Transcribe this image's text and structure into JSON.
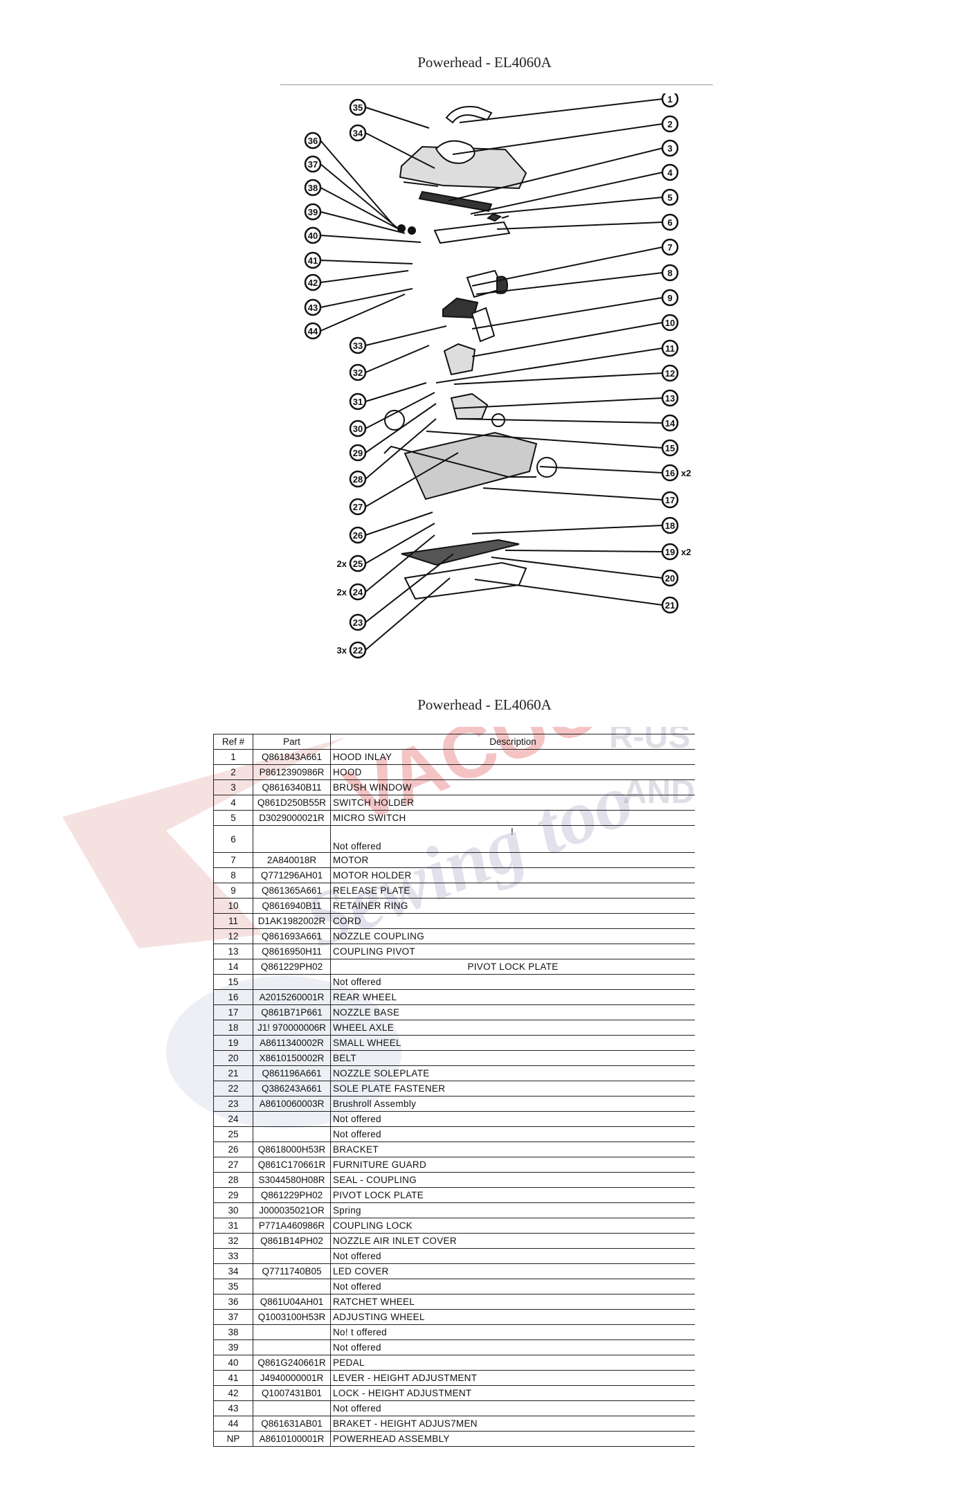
{
  "title_top": "Powerhead - EL4060A",
  "title_bottom": "Powerhead - EL4060A",
  "diagram": {
    "left_callouts": [
      "35",
      "34",
      "36",
      "37",
      "38",
      "39",
      "40",
      "41",
      "42",
      "43",
      "44",
      "33",
      "32",
      "31",
      "30",
      "29",
      "28",
      "27",
      "26",
      "25",
      "24",
      "23",
      "22"
    ],
    "right_callouts": [
      "1",
      "2",
      "3",
      "4",
      "5",
      "6",
      "7",
      "8",
      "9",
      "10",
      "11",
      "12",
      "13",
      "14",
      "15",
      "16",
      "17",
      "18",
      "19",
      "20",
      "21"
    ],
    "multipliers": {
      "16": "x2",
      "19": "x2",
      "25": "2x",
      "24": "2x",
      "22": "3x"
    }
  },
  "watermark": {
    "brand": "VACUUMS",
    "r_us": "R-US",
    "and": "AND",
    "sewing": "Sewing too"
  },
  "table": {
    "headers": {
      "ref": "Ref #",
      "part": "Part",
      "description": "Description"
    },
    "rows": [
      {
        "ref": "1",
        "part": "Q861843A661",
        "desc": "HOOD INLAY"
      },
      {
        "ref": "2",
        "part": "P8612390986R",
        "desc": "HOOD"
      },
      {
        "ref": "3",
        "part": "Q8616340B11",
        "desc": "BRUSH WINDOW"
      },
      {
        "ref": "4",
        "part": "Q861D250B55R",
        "desc": "SWITCH HOLDER"
      },
      {
        "ref": "5",
        "part": "D3029000021R",
        "desc": "MICRO SWITCH"
      },
      {
        "ref": "6",
        "part": "",
        "desc": "Not offered",
        "mark": "!"
      },
      {
        "ref": "7",
        "part": "2A840018R",
        "desc": "MOTOR"
      },
      {
        "ref": "8",
        "part": "Q771296AH01",
        "desc": "MOTOR HOLDER"
      },
      {
        "ref": "9",
        "part": "Q861365A661",
        "desc": "RELEASE PLATE"
      },
      {
        "ref": "10",
        "part": "Q8616940B11",
        "desc": "RETAINER RING"
      },
      {
        "ref": "11",
        "part": "D1AK1982002R",
        "desc": "CORD"
      },
      {
        "ref": "12",
        "part": "Q861693A661",
        "desc": "NOZZLE COUPLING"
      },
      {
        "ref": "13",
        "part": "Q8616950H11",
        "desc": "COUPLING PIVOT"
      },
      {
        "ref": "14",
        "part": "Q861229PH02",
        "desc": "PIVOT LOCK PLATE"
      },
      {
        "ref": "15",
        "part": "",
        "desc": "Not offered"
      },
      {
        "ref": "16",
        "part": "A2015260001R",
        "desc": "REAR WHEEL"
      },
      {
        "ref": "17",
        "part": "Q861B71P661",
        "desc": "NOZZLE BASE"
      },
      {
        "ref": "18",
        "part": "J1! 970000006R",
        "desc": "WHEEL AXLE"
      },
      {
        "ref": "19",
        "part": "A8611340002R",
        "desc": "SMALL WHEEL"
      },
      {
        "ref": "20",
        "part": "X8610150002R",
        "desc": "BELT"
      },
      {
        "ref": "21",
        "part": "Q861196A661",
        "desc": "NOZZLE SOLEPLATE"
      },
      {
        "ref": "22",
        "part": "Q386243A661",
        "desc": "SOLE PLATE FASTENER"
      },
      {
        "ref": "23",
        "part": "A8610060003R",
        "desc": "Brushroll Assembly"
      },
      {
        "ref": "24",
        "part": "",
        "desc": "Not offered"
      },
      {
        "ref": "25",
        "part": "",
        "desc": "Not offered"
      },
      {
        "ref": "26",
        "part": "Q8618000H53R",
        "desc": "BRACKET"
      },
      {
        "ref": "27",
        "part": "Q861C170661R",
        "desc": "FURNITURE GUARD"
      },
      {
        "ref": "28",
        "part": "S3044580H08R",
        "desc": "SEAL - COUPLING"
      },
      {
        "ref": "29",
        "part": "Q861229PH02",
        "desc": "PIVOT LOCK PLATE"
      },
      {
        "ref": "30",
        "part": "J000035021OR",
        "desc": "Spring"
      },
      {
        "ref": "31",
        "part": "P771A460986R",
        "desc": "COUPLING LOCK"
      },
      {
        "ref": "32",
        "part": "Q861B14PH02",
        "desc": "NOZZLE AIR INLET COVER"
      },
      {
        "ref": "33",
        "part": "",
        "desc": "Not offered"
      },
      {
        "ref": "34",
        "part": "Q7711740B05",
        "desc": "LED COVER"
      },
      {
        "ref": "35",
        "part": "",
        "desc": "Not offered"
      },
      {
        "ref": "36",
        "part": "Q861U04AH01",
        "desc": "RATCHET WHEEL"
      },
      {
        "ref": "37",
        "part": "Q1003100H53R",
        "desc": "ADJUSTING WHEEL"
      },
      {
        "ref": "38",
        "part": "",
        "desc": "No! t offered"
      },
      {
        "ref": "39",
        "part": "",
        "desc": "Not offered"
      },
      {
        "ref": "40",
        "part": "Q861G240661R",
        "desc": "PEDAL"
      },
      {
        "ref": "41",
        "part": "J4940000001R",
        "desc": "LEVER - HEIGHT ADJUSTMENT"
      },
      {
        "ref": "42",
        "part": "Q1007431B01",
        "desc": "LOCK - HEIGHT ADJUSTMENT"
      },
      {
        "ref": "43",
        "part": "",
        "desc": "Not offered"
      },
      {
        "ref": "44",
        "part": "Q861631AB01",
        "desc": "BRAKET - HEIGHT ADJUS7MEN"
      },
      {
        "ref": "NP",
        "part": "A8610100001R",
        "desc": "POWERHEAD ASSEMBLY"
      }
    ]
  }
}
